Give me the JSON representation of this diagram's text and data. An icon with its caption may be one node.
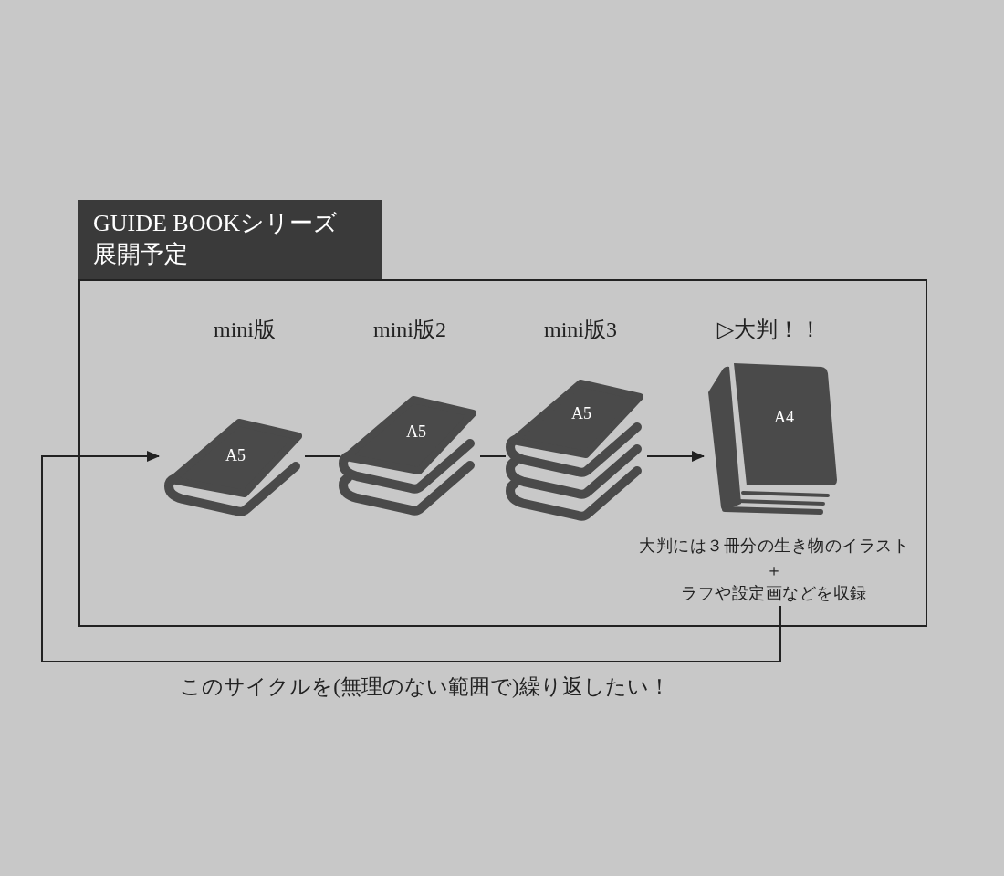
{
  "diagram": {
    "nodes": [
      {
        "text": [
          "GUIDE BOOKシリーズ展開予定"
        ]
      },
      {
        "text": [
          "mini版",
          "A5"
        ],
        "in": 0
      },
      {
        "text": [
          "mini版2",
          "A5"
        ],
        "in": 0
      },
      {
        "text": [
          "mini版3",
          "A5"
        ],
        "in": 0
      },
      {
        "text": [
          "▷大判！！",
          "A4"
        ],
        "in": 0
      },
      {
        "text": [
          "大判には３冊分の生き物のイラスト",
          "＋",
          "ラフや設定画などを収録"
        ],
        "in": 0
      }
    ],
    "edges": [
      {
        "from": 1,
        "to": 2,
        "arrow": "none"
      },
      {
        "from": 2,
        "to": 3,
        "arrow": "none"
      },
      {
        "from": 3,
        "to": 4,
        "arrow": "to"
      },
      {
        "from": 5,
        "to": 1,
        "arrow": "to",
        "label": "このサイクルを(無理のない範囲で)繰り返したい！"
      }
    ]
  }
}
